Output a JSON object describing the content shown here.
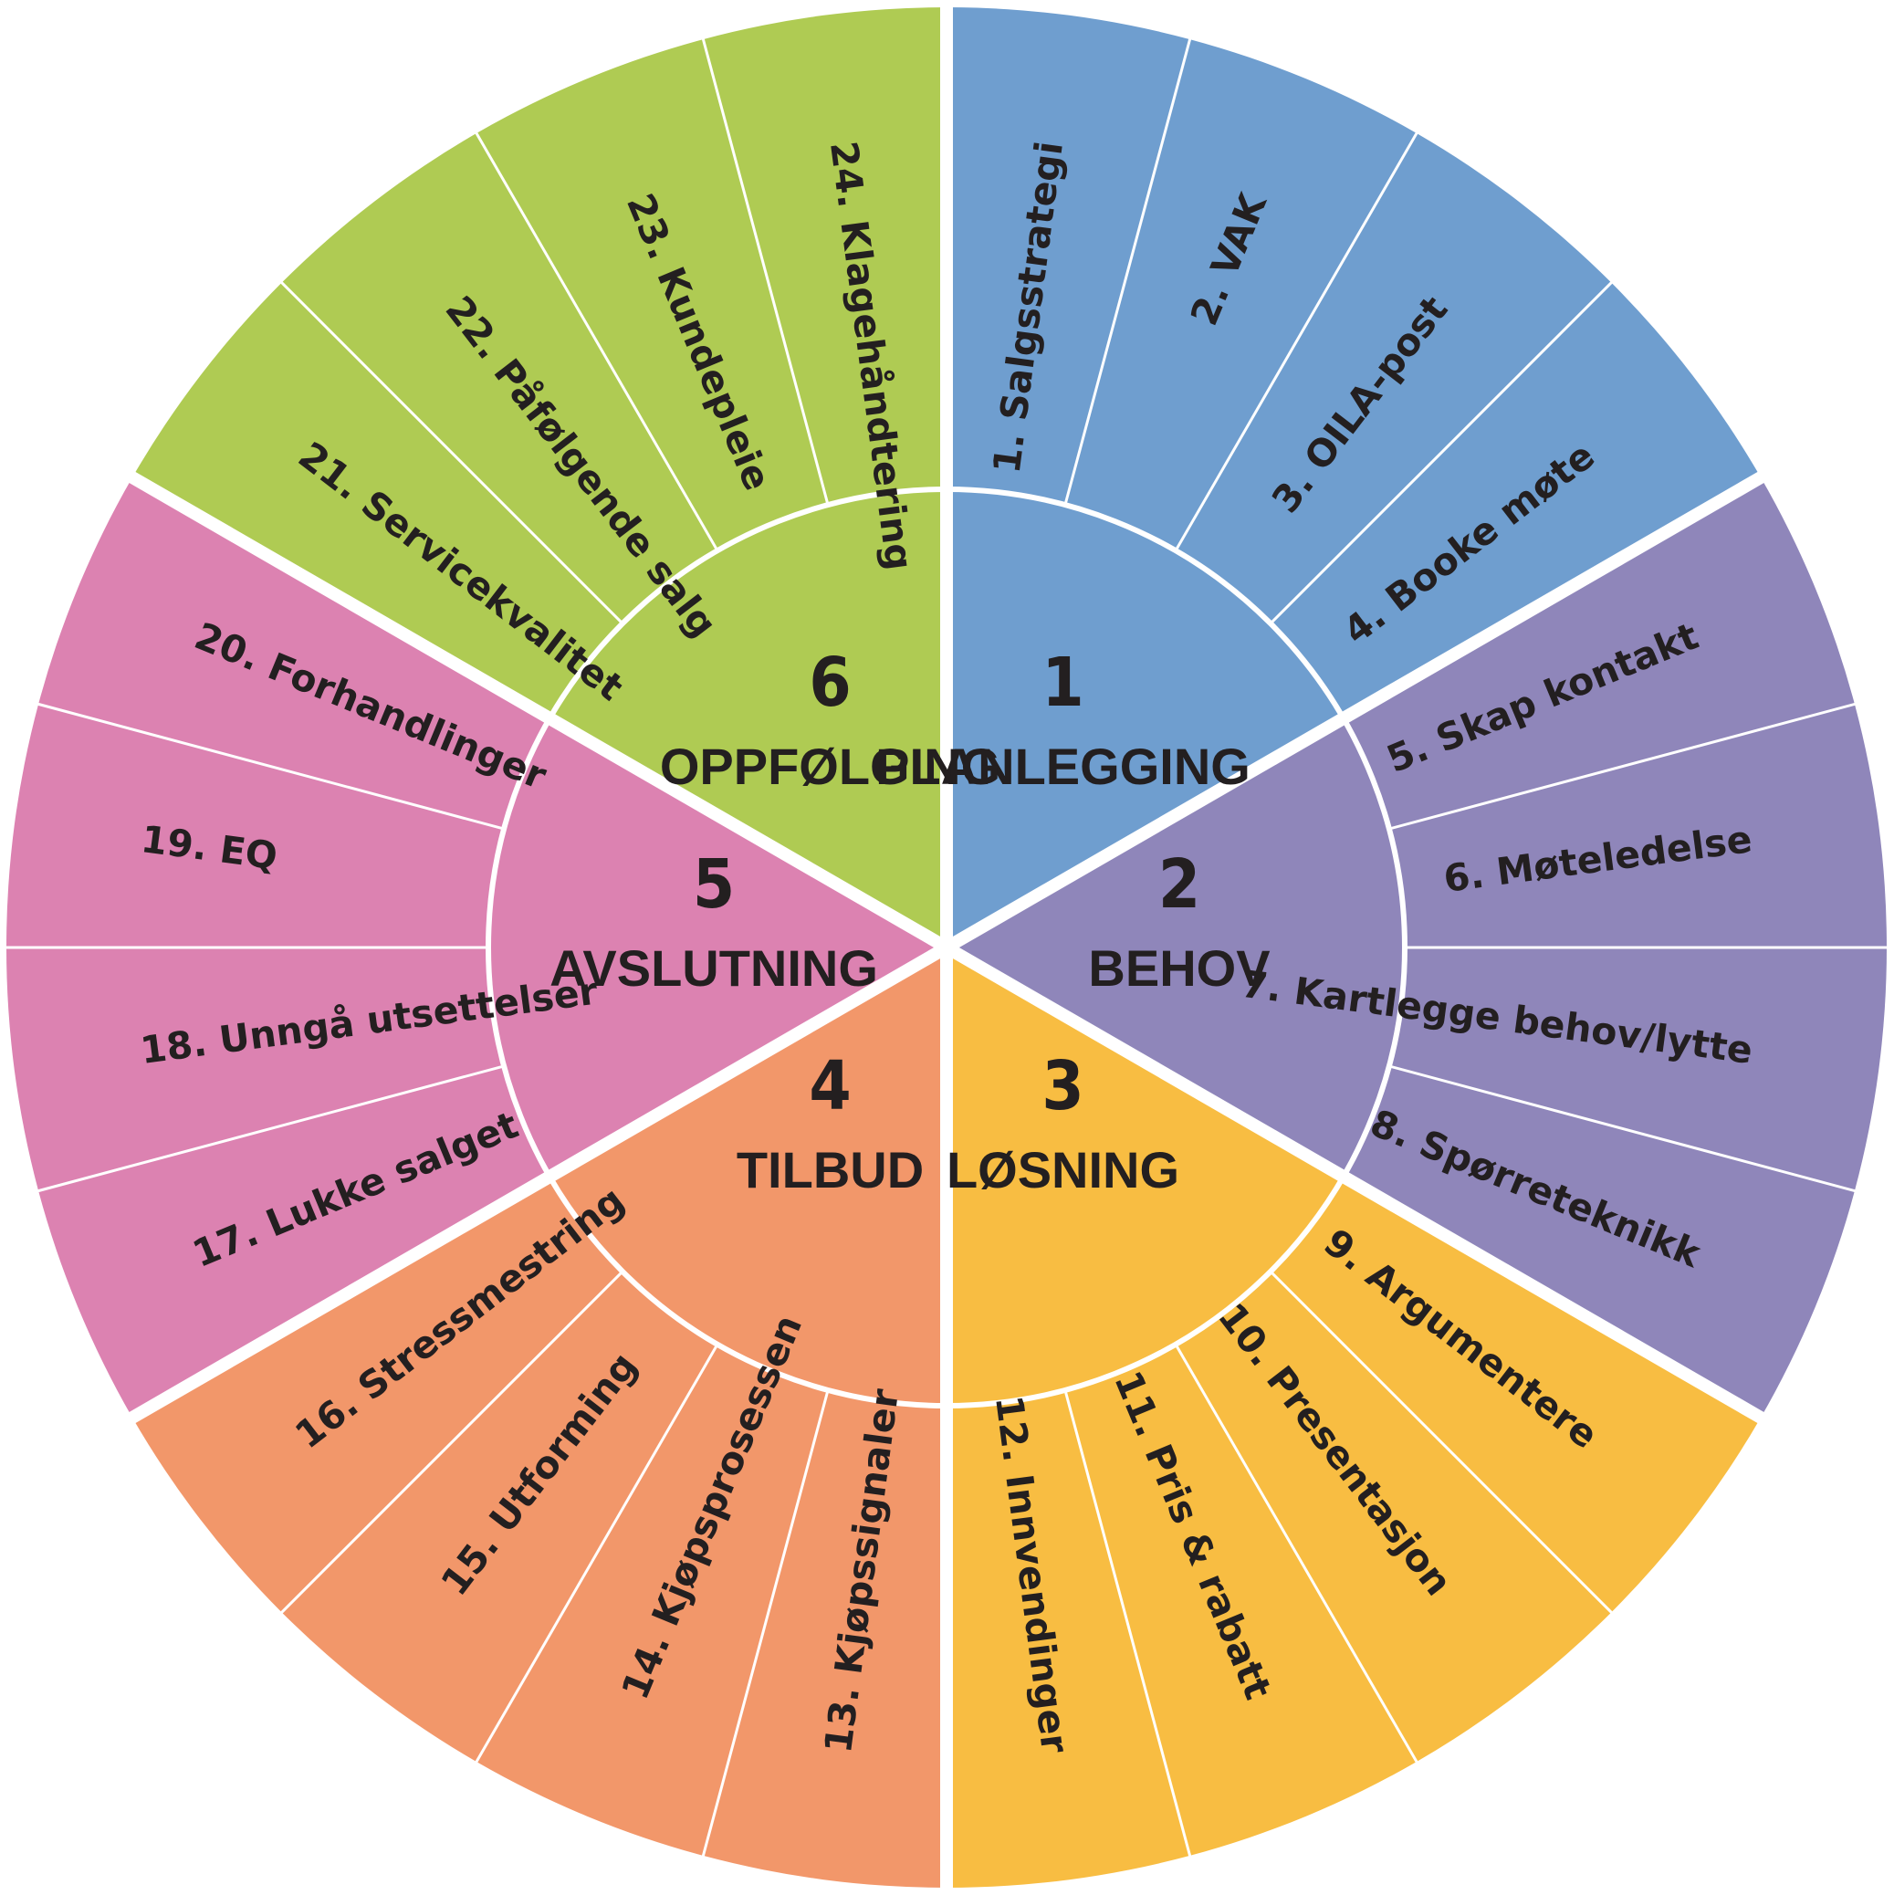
{
  "phases": [
    {
      "number": "1",
      "title": "PLANLEGGING",
      "color": "#6f9ecf",
      "items": [
        "1. Salgsstrategi",
        "2. VAK",
        "3. OILA-post",
        "4. Booke møte"
      ]
    },
    {
      "number": "2",
      "title": "BEHOV",
      "color": "#8f86ba",
      "items": [
        "5. Skap kontakt",
        "6. Møteledelse",
        "7. Kartlegge behov/lytte",
        "8. Spørreteknikk"
      ]
    },
    {
      "number": "3",
      "title": "LØSNING",
      "color": "#f8bd42",
      "items": [
        "9. Argumentere",
        "10. Presentasjon",
        "11. Pris & rabatt",
        "12. Innvendinger"
      ]
    },
    {
      "number": "4",
      "title": "TILBUD",
      "color": "#f2976a",
      "items": [
        "13. Kjøpssignaler",
        "14. Kjøpsprosessen",
        "15. Utforming",
        "16. Stressmestring"
      ]
    },
    {
      "number": "5",
      "title": "AVSLUTNING",
      "color": "#dc82b1",
      "items": [
        "17. Lukke salget",
        "18. Unngå utsettelser",
        "19. EQ",
        "20. Forhandlinger"
      ]
    },
    {
      "number": "6",
      "title": "OPPFØLGING",
      "color": "#afcb53",
      "items": [
        "21. Servicekvalitet",
        "22. Påfølgende salg",
        "23. Kundepleie",
        "24. Klagehåndtering"
      ]
    }
  ]
}
